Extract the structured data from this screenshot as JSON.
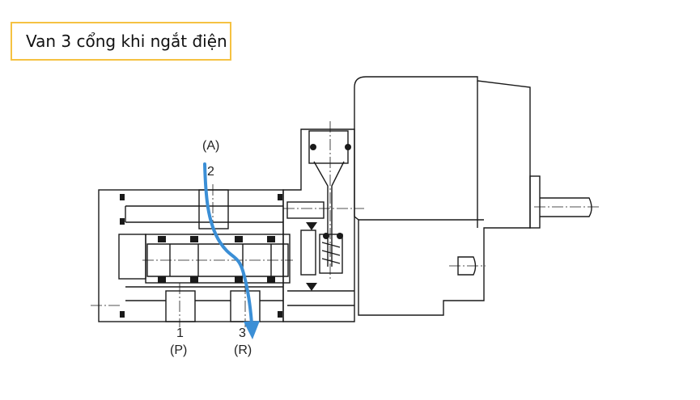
{
  "title": "Van 3 cổng khi ngắt điện",
  "ports": {
    "A_letter": "(A)",
    "A_number": "2",
    "P_number": "1",
    "P_letter": "(P)",
    "R_number": "3",
    "R_letter": "(R)"
  },
  "colors": {
    "flow": "#3b8fd6",
    "outline": "#1a1a1a",
    "title_border": "#f5c242"
  }
}
